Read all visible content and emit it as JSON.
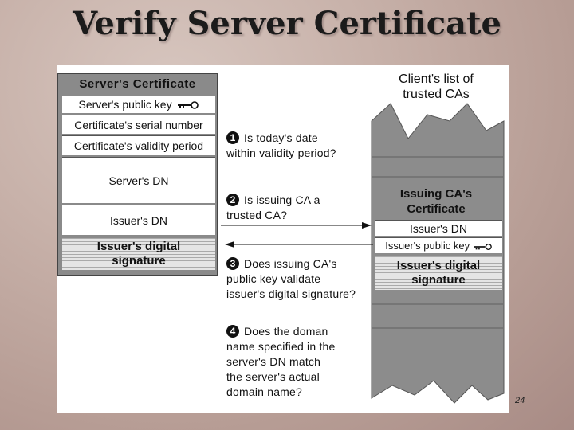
{
  "slide": {
    "title": "Verify Server Certificate",
    "page_number": "24"
  },
  "server_cert": {
    "title": "Server's Certificate",
    "fields": [
      "Server's public key",
      "Certificate's serial number",
      "Certificate's validity period",
      "Server's DN",
      "Issuer's DN"
    ],
    "signature": "Issuer's digital signature"
  },
  "client_list": {
    "title": "Client's list of trusted CAs"
  },
  "issuing_ca_cert": {
    "title": "Issuing CA's Certificate",
    "fields": [
      "Issuer's DN",
      "Issuer's public key"
    ],
    "signature": "Issuer's digital signature"
  },
  "steps": [
    {
      "num": "1",
      "first": "Is today's date",
      "rest": [
        "within validity period?"
      ]
    },
    {
      "num": "2",
      "first": "Is issuing CA a",
      "rest": [
        "trusted CA?"
      ]
    },
    {
      "num": "3",
      "first": "Does issuing CA's",
      "rest": [
        "public key validate",
        "issuer's digital signature?"
      ]
    },
    {
      "num": "4",
      "first": "Does the doman",
      "rest": [
        "name specified in the",
        "server's DN match",
        "the server's actual",
        "domain name?"
      ]
    }
  ],
  "colors": {
    "cert_gray": "#8a8a8a",
    "ca_column_gray": "#8c8c8c",
    "background": "#c8b2aa"
  }
}
